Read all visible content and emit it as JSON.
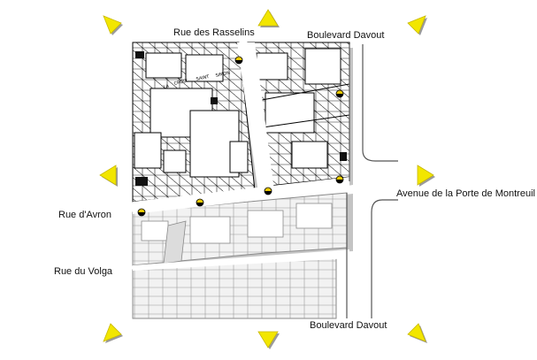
{
  "map": {
    "streets": {
      "north": "Rue des Rasselins",
      "north_east": "Boulevard Davout",
      "east": "Avenue de la Porte de Montreuil",
      "west_upper": "Rue d'Avron",
      "west_lower": "Rue du Volga",
      "south_east": "Boulevard Davout"
    },
    "plan_annotations": [
      "LA",
      "CROIX",
      "SAINT",
      "SIMON"
    ],
    "navigation": {
      "arrows": [
        "north-west",
        "north",
        "north-east",
        "west",
        "east",
        "south-west",
        "south",
        "south-east"
      ]
    },
    "colors": {
      "arrow_fill": "#f2e600",
      "arrow_shadow": "#9a9a9a",
      "street": "#ffffff",
      "block_shadow": "#b8b8b8",
      "marker": "#e8c800"
    }
  }
}
